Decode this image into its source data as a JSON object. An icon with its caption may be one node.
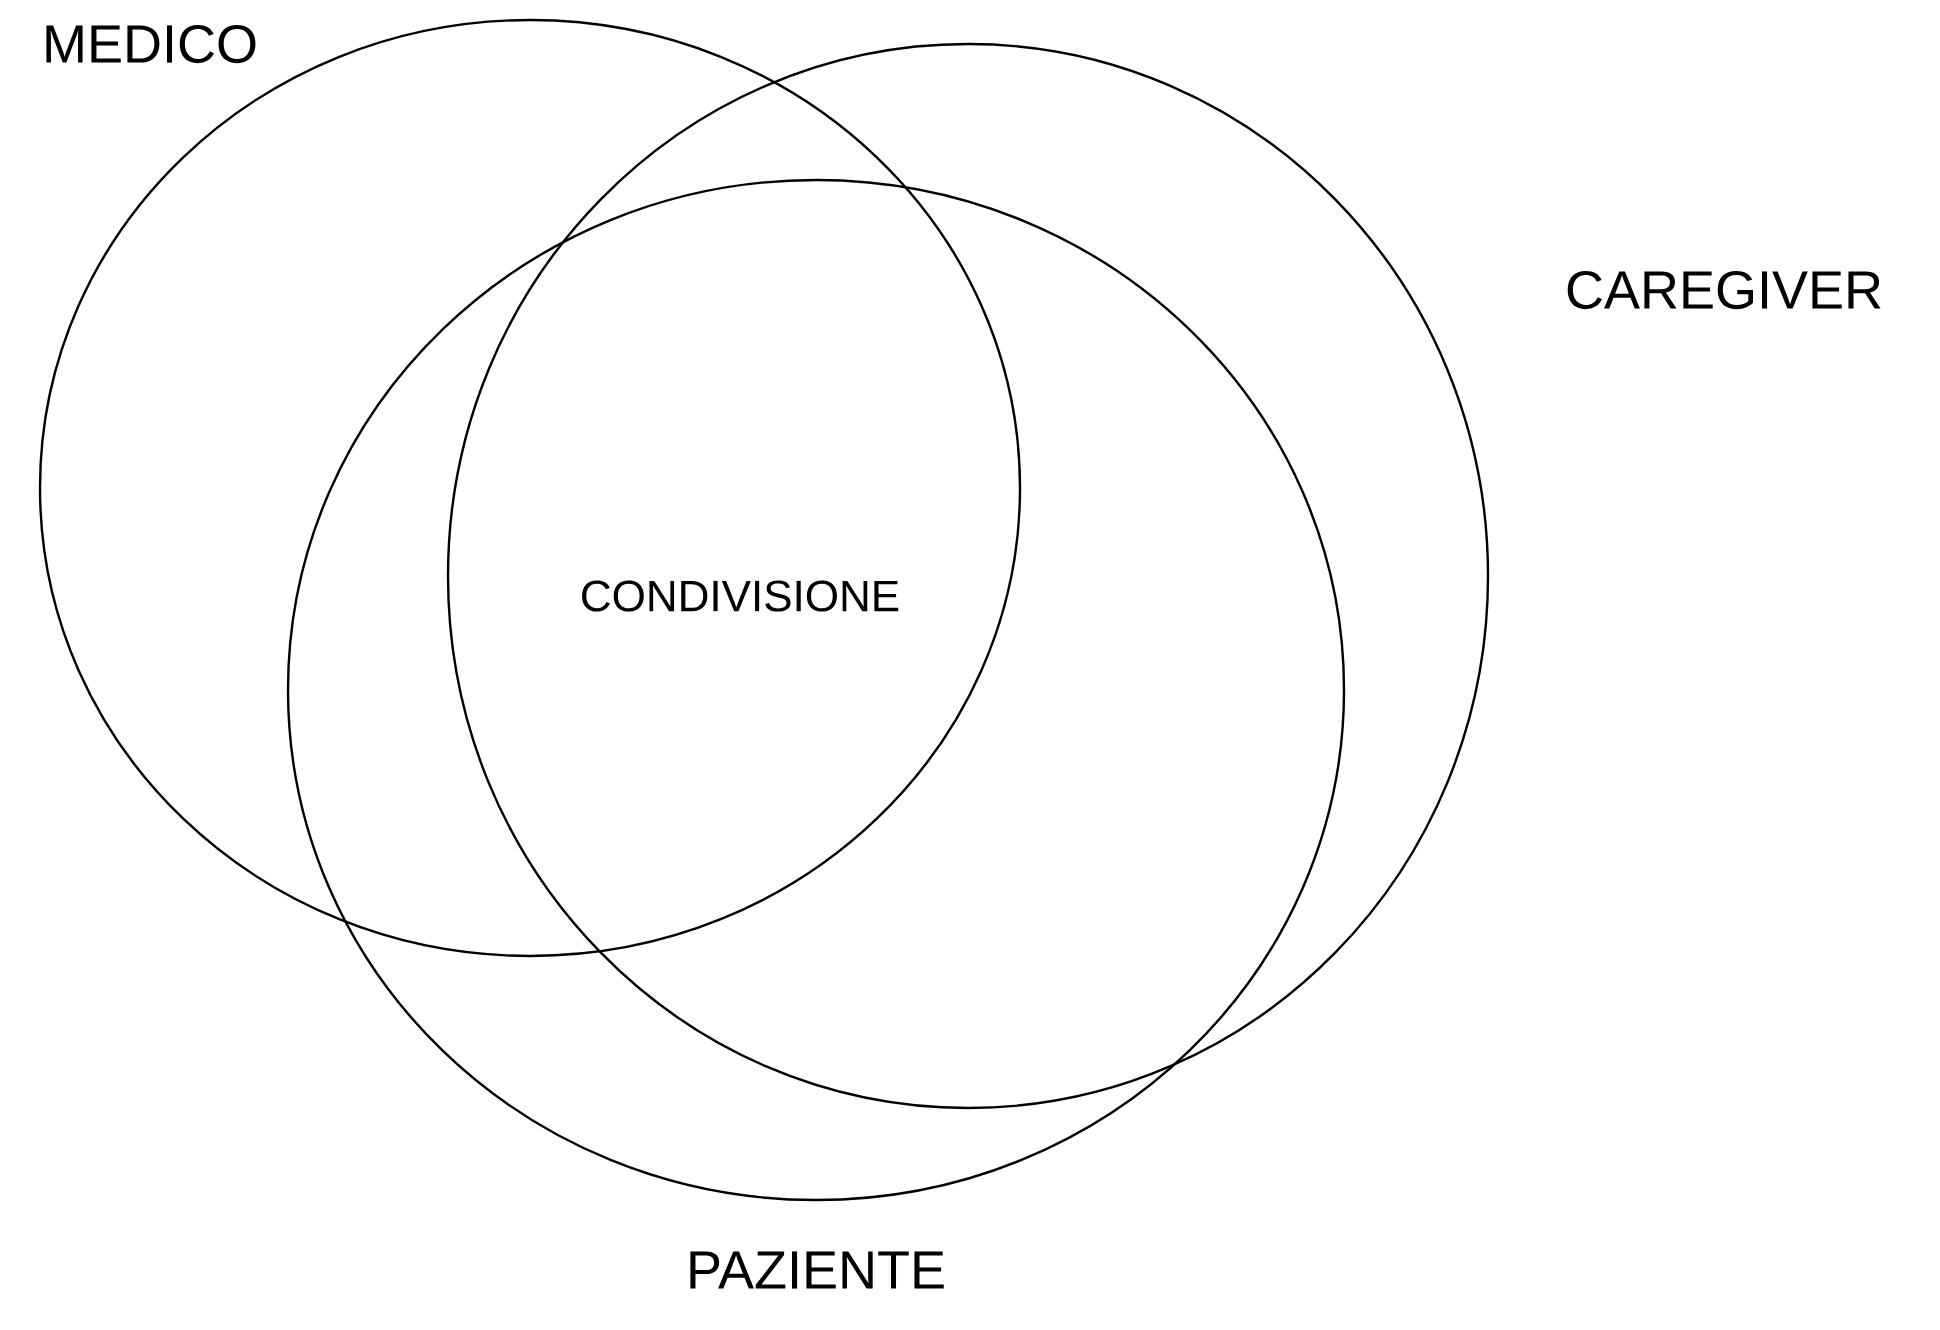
{
  "diagram": {
    "nodes": [
      {
        "text": [
          "MEDICO"
        ]
      },
      {
        "text": [
          "CAREGIVER"
        ]
      },
      {
        "text": [
          "PAZIENTE"
        ]
      }
    ],
    "labels": [
      "CONDIVISIONE"
    ]
  }
}
